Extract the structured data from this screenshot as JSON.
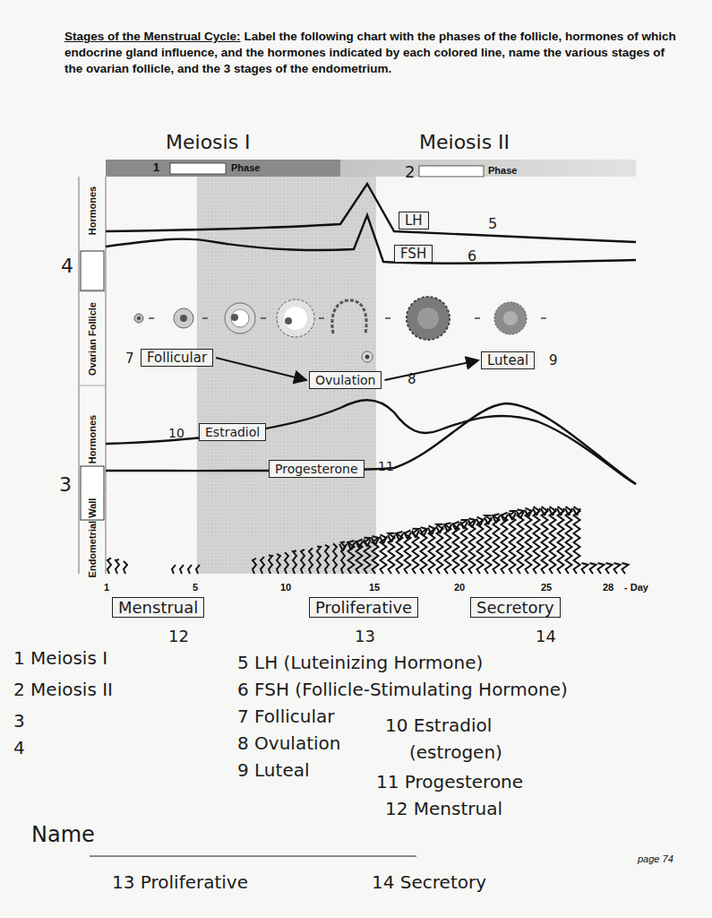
{
  "diagram": {
    "title": "Stages of the Menstrual Cycle:",
    "nodes": [
      {
        "text": [
          "LH"
        ]
      },
      {
        "text": [
          "FSH"
        ]
      },
      {
        "text": [
          "Follicular"
        ]
      },
      {
        "text": [
          "Ovulation"
        ]
      },
      {
        "text": [
          "Luteal"
        ]
      },
      {
        "text": [
          "Estradiol"
        ]
      },
      {
        "text": [
          "Progesterone"
        ]
      },
      {
        "text": [
          "Menstrual"
        ]
      },
      {
        "text": [
          "Proliferative"
        ]
      },
      {
        "text": [
          "Secretory"
        ]
      }
    ],
    "edges": [
      {
        "from": 2,
        "to": 3,
        "arrow": "to"
      },
      {
        "from": 3,
        "to": 4,
        "arrow": "to"
      }
    ],
    "labels": [
      "Label the following chart with the phases of the follicle, hormones of which endocrine gland influence, and the hormones indicated by each colored line, name the various stages of the ovarian follicle, and the 3 stages of the endometrium.",
      "Meiosis I",
      "Meiosis II",
      "1",
      "Phase",
      "2",
      "Phase",
      "Hormones",
      "Ovarian Follicle",
      "Hormones",
      "Endometrial Wall",
      "4",
      "3",
      "5",
      "6",
      "7",
      "8",
      "9",
      "10",
      "11",
      "1",
      "5",
      "10",
      "15",
      "20",
      "25",
      "28",
      "- Day",
      "12",
      "13",
      "14",
      "1 Meiosis I",
      "2 Meiosis II",
      "3",
      "4",
      "5 LH (Luteinizing Hormone)",
      "6 FSH (Follicle-Stimulating Hormone)",
      "7 Follicular",
      "8 Ovulation",
      "9 Luteal",
      "10 Estradiol",
      "(estrogen)",
      "11 Progesterone",
      "Name",
      "12 Menstrual",
      "page 74",
      "13 Proliferative",
      "14 Secretory"
    ]
  }
}
